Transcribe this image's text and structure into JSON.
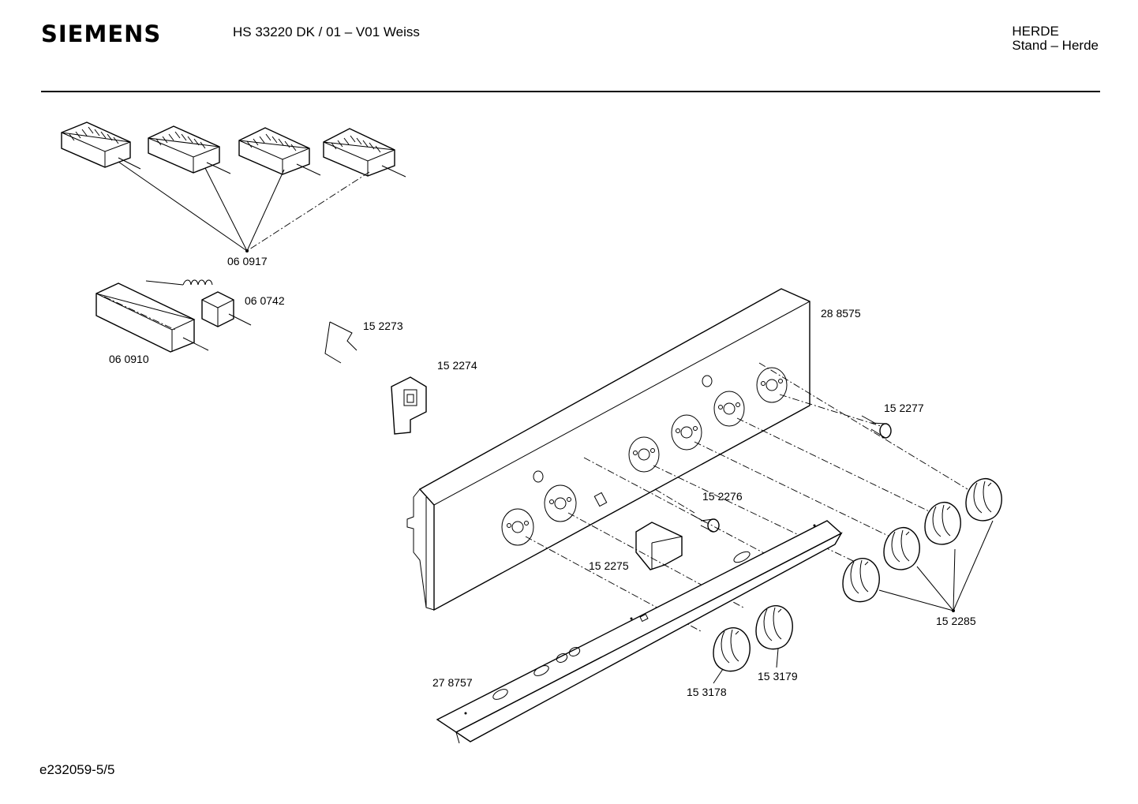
{
  "header": {
    "brand": "SIEMENS",
    "model": "HS 33220 DK / 01 – V01 Weiss",
    "category_line1": "HERDE",
    "category_line2": "Stand – Herde"
  },
  "footer": {
    "code": "e232059-5/5"
  },
  "part_labels": {
    "p060917": "06 0917",
    "p060742": "06 0742",
    "p060910": "06 0910",
    "p152273": "15 2273",
    "p152274": "15 2274",
    "p288575": "28 8575",
    "p152277": "15 2277",
    "p152276": "15 2276",
    "p152275": "15 2275",
    "p152285": "15 2285",
    "p278757": "27 8757",
    "p153179": "15 3179",
    "p153178": "15 3178"
  }
}
